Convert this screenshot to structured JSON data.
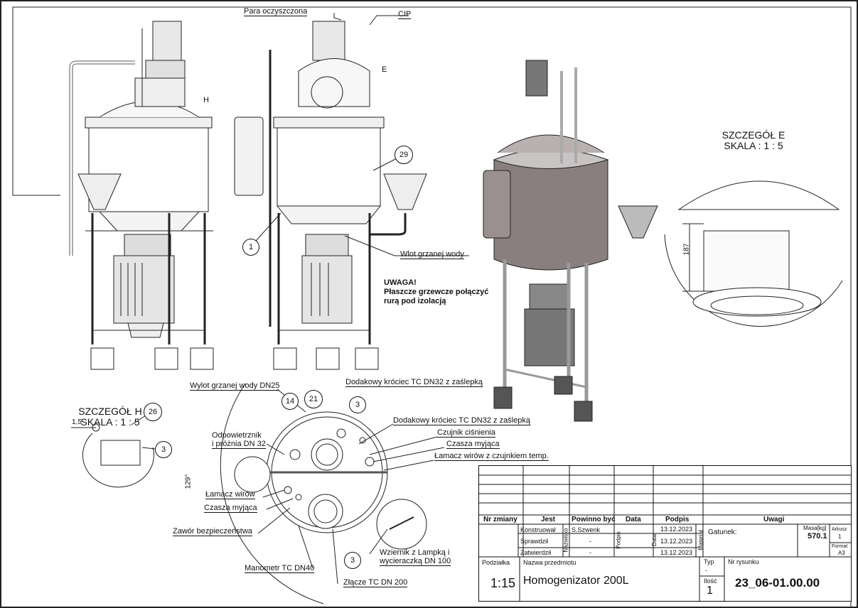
{
  "callouts": {
    "top": {
      "para": "Para oczyszczona",
      "cip": "CIP",
      "e": "E",
      "h": "H"
    },
    "balloons": {
      "b1": "1",
      "b29": "29",
      "b26": "26",
      "b3a": "3",
      "b14": "14",
      "b21": "21",
      "b3b": "3",
      "b3c": "3"
    },
    "wlot": "Wlot grzanej wody",
    "uwaga": [
      "UWAGA!",
      "Płaszcze grzewcze połączyć",
      "rurą pod izolacją"
    ],
    "plan": {
      "wylot": "Wylot grzanej wody DN25",
      "krociec1": "Dodakowy króciec TC DN32 z zaślepką",
      "krociec2": "Dodakowy króciec TC DN32 z zaślepką",
      "odpowietrznik1": "Odpowietrznik",
      "odpowietrznik2": "i próżnia DN 32",
      "czujnik": "Czujnik ciśnienia",
      "czasza1": "Czasza myjąca",
      "lamacz_temp": "Łamacz wirów z czujnkiem temp.",
      "lamacz": "Łamacz wirów",
      "czasza2": "Czasza myjąca",
      "zawor": "Zawór bezpieczeństwa",
      "manometr": "Manometr TC DN40",
      "zlacze": "Złącze TC DN 200",
      "wziernik1": "Wziernik z Lampką i",
      "wziernik2": "wycieraczką DN 100",
      "angle": "129°"
    }
  },
  "details": {
    "e": {
      "title": "SZCZEGÓŁ E",
      "scale": "SKALA : 1 : 5",
      "dim": "187"
    },
    "h": {
      "title": "SZCZEGÓŁ H",
      "scale": "SKALA : 1 : 5",
      "dim": "1,5"
    }
  },
  "title_block": {
    "headers": {
      "nr_zmiany": "Nr zmiany",
      "jest": "Jest",
      "powinno": "Powinno być",
      "data": "Data",
      "podpis": "Podpis",
      "uwagi": "Uwagi"
    },
    "rows": [
      {
        "role": "Konstruował",
        "name": "S.Szwenk",
        "date": "13.12.2023"
      },
      {
        "role": "Sprawdził",
        "name": "-",
        "date": "13.12.2023"
      },
      {
        "role": "Zatwierdził",
        "name": "-",
        "date": "13.12.2023"
      }
    ],
    "vert": {
      "nazwisko": "Nazwisko",
      "podpis": "Podpis",
      "data": "Data",
      "material": "Materiał"
    },
    "gatunek": "Gatunek:",
    "masa_label": "Masa[kg]",
    "masa": "570.1",
    "arkusz_label": "Arkusz",
    "arkusz": "1",
    "format_label": "Format",
    "format": "A3",
    "podzialka_label": "Podziałka",
    "podzialka": "1:15",
    "nazwa_label": "Nazwa przedmiotu",
    "nazwa": "Homogenizator 200L",
    "typ_label": "Typ",
    "typ": "-",
    "ilosc_label": "Ilość",
    "ilosc": "1",
    "nr_label": "Nr rysunku",
    "nr": "23_06-01.00.00"
  }
}
